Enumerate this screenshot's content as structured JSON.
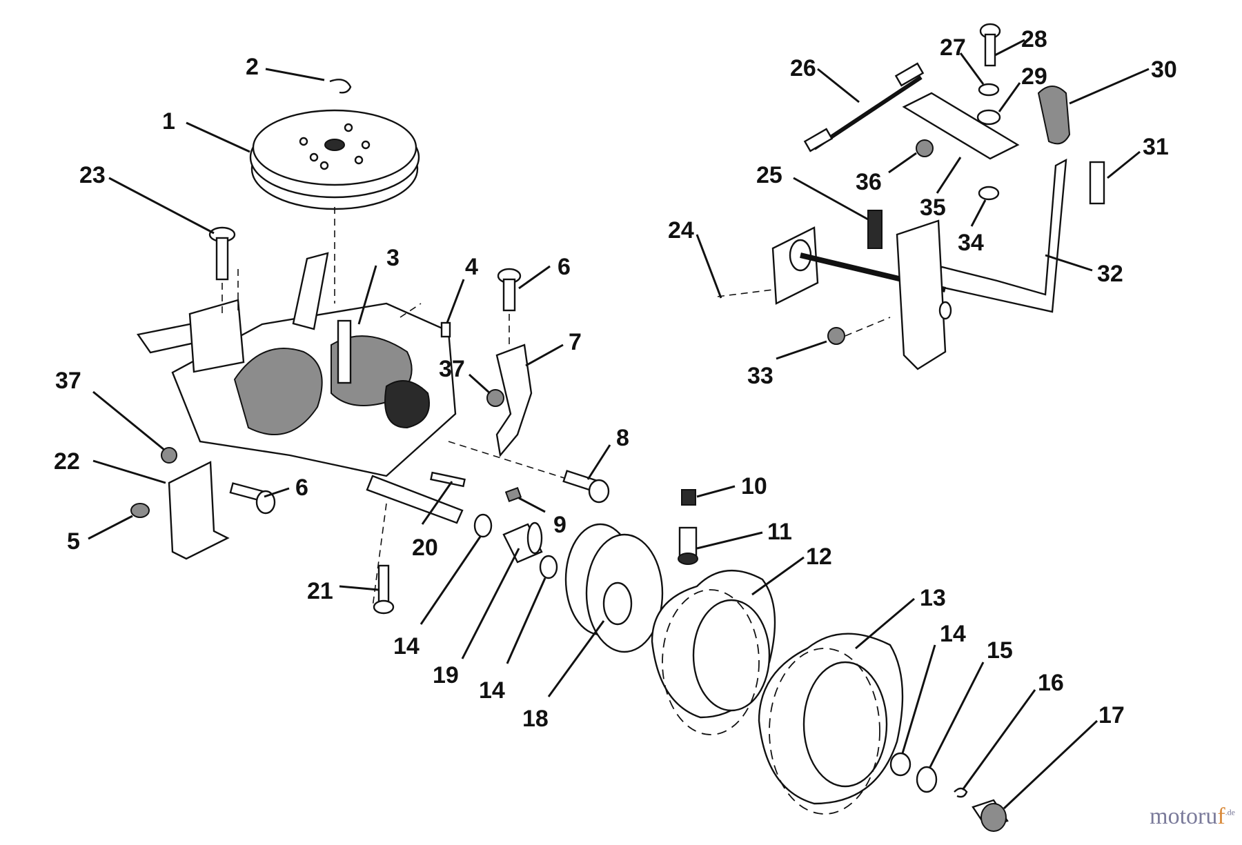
{
  "callouts": {
    "c1": "1",
    "c2": "2",
    "c3": "3",
    "c4": "4",
    "c5": "5",
    "c6a": "6",
    "c6b": "6",
    "c7": "7",
    "c8": "8",
    "c9": "9",
    "c10": "10",
    "c11": "11",
    "c12": "12",
    "c13": "13",
    "c14a": "14",
    "c14b": "14",
    "c14c": "14",
    "c15": "15",
    "c16": "16",
    "c17": "17",
    "c18": "18",
    "c19": "19",
    "c20": "20",
    "c21": "21",
    "c22": "22",
    "c23": "23",
    "c24": "24",
    "c25": "25",
    "c26": "26",
    "c27": "27",
    "c28": "28",
    "c29": "29",
    "c30": "30",
    "c31": "31",
    "c32": "32",
    "c33": "33",
    "c34": "34",
    "c35": "35",
    "c36": "36",
    "c37a": "37",
    "c37b": "37"
  },
  "watermark": {
    "brand_main": "motoru",
    "brand_accent": "f",
    "brand_tld": ".de"
  }
}
